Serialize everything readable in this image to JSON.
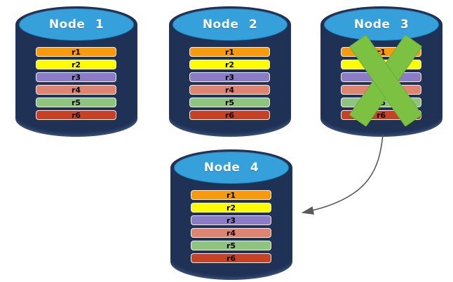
{
  "diagram": {
    "nodes": [
      {
        "label": "Node 1",
        "rows": [
          "r1",
          "r2",
          "r3",
          "r4",
          "r5",
          "r6"
        ],
        "failed": false
      },
      {
        "label": "Node 2",
        "rows": [
          "r1",
          "r2",
          "r3",
          "r4",
          "r5",
          "r6"
        ],
        "failed": false
      },
      {
        "label": "Node 3",
        "rows": [
          "r1",
          "r2",
          "r3",
          "r4",
          "r5",
          "r6"
        ],
        "failed": true
      },
      {
        "label": "Node 4",
        "rows": [
          "r1",
          "r2",
          "r3",
          "r4",
          "r5",
          "r6"
        ],
        "failed": false
      }
    ],
    "row_colors": {
      "r1": "#F89A0D",
      "r2": "#FDFD00",
      "r3": "#8C7CC5",
      "r4": "#DE8470",
      "r5": "#8FC47E",
      "r6": "#C64227"
    },
    "colors": {
      "cylinder_body": "#1F3155",
      "cylinder_top": "#35A0DA",
      "failure_x": "#7CC142",
      "arrow": "#595959",
      "title_text": "#FFFFFF",
      "row_text": "#000000",
      "background": "#FFFFFF"
    },
    "arrow": {
      "from": "Node 3",
      "to": "Node 4"
    }
  }
}
